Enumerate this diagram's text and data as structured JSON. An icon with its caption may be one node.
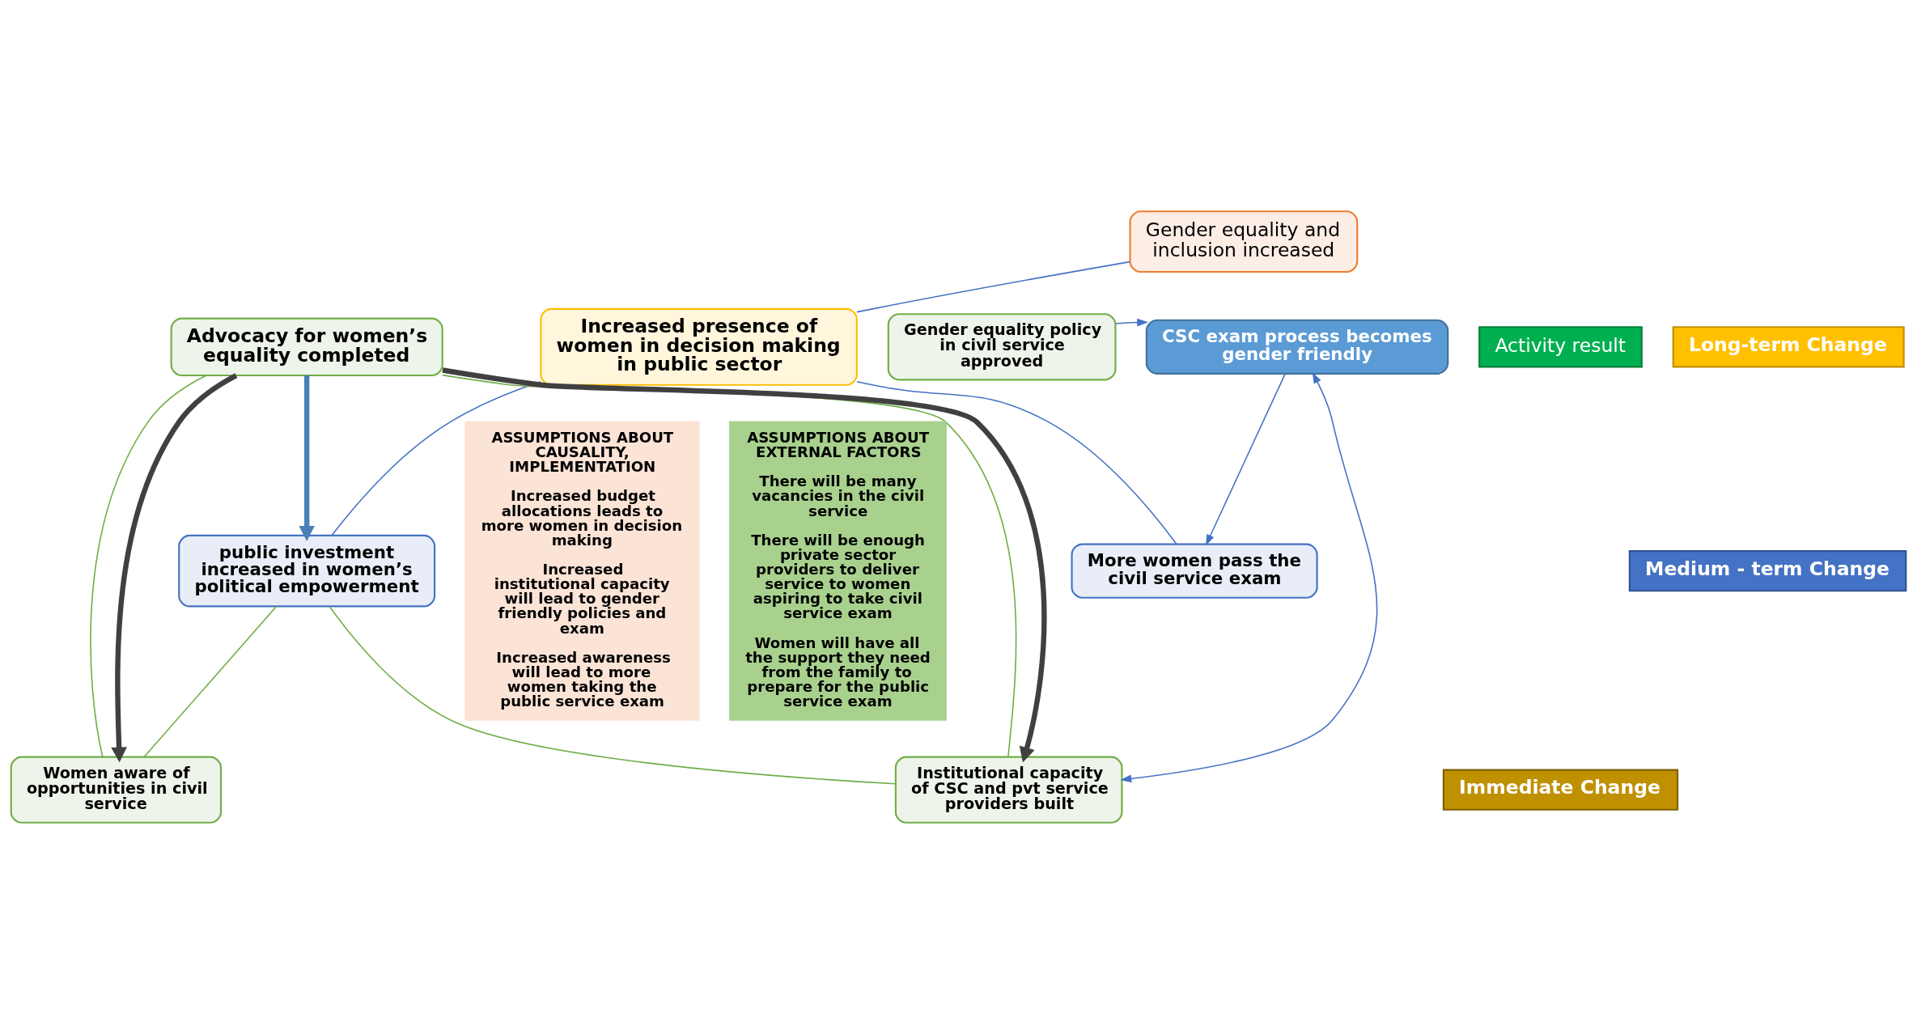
{
  "diagram": {
    "nodes": [
      {
        "text": [
          "Gender equality and inclusion increased"
        ]
      },
      {
        "text": [
          "Increased presence of women in decision making in public sector"
        ]
      },
      {
        "text": [
          "More women pass the civil service exam"
        ]
      },
      {
        "text": [
          "public investment increased in women’s political empowerment"
        ]
      },
      {
        "text": [
          "CSC exam process becomes gender friendly"
        ]
      },
      {
        "text": [
          "Gender equality policy in civil service approved"
        ]
      },
      {
        "text": [
          "Women aware of opportunities in civil service"
        ]
      },
      {
        "text": [
          "Institutional capacity of CSC and pvt service providers built"
        ]
      },
      {
        "text": [
          "Advocacy for women’s equality completed"
        ]
      },
      {
        "text": [
          "Long-term Change"
        ]
      },
      {
        "text": [
          "Medium - term Change"
        ]
      },
      {
        "text": [
          "Immediate Change"
        ]
      },
      {
        "text": [
          "Activity result"
        ]
      },
      {
        "text": [
          "ASSUMPTIONS ABOUT CAUSALITY, IMPLEMENTATION",
          "Increased budget allocations leads to more women in decision making",
          "Increased institutional capacity will lead to gender friendly policies and exam",
          "Increased awareness will lead to more women taking the public service exam"
        ]
      },
      {
        "text": [
          "ASSUMPTIONS ABOUT EXTERNAL FACTORS",
          "There will be many vacancies in the civil service",
          "There will be enough private sector providers to deliver service to women aspiring to take civil service exam",
          "Women will have all the support they need from the family to prepare for the public service exam"
        ]
      }
    ],
    "edges": [
      {
        "from": 1,
        "to": 0,
        "arrow": "none"
      },
      {
        "from": 1,
        "to": 2,
        "arrow": "none"
      },
      {
        "from": 1,
        "to": 3,
        "arrow": "none"
      },
      {
        "from": 4,
        "to": 2,
        "arrow": "to"
      },
      {
        "from": 5,
        "to": 4,
        "arrow": "to"
      },
      {
        "from": 4,
        "to": 7,
        "arrow": "both"
      },
      {
        "from": 3,
        "to": 6,
        "arrow": "none",
        "color": "#70ad47"
      },
      {
        "from": 3,
        "to": 7,
        "arrow": "none",
        "color": "#70ad47"
      },
      {
        "from": 8,
        "to": 6,
        "arrow": "none",
        "color": "#70ad47"
      },
      {
        "from": 8,
        "to": 7,
        "arrow": "none",
        "color": "#70ad47"
      },
      {
        "from": 8,
        "to": 6,
        "arrow": "to",
        "style": "thick",
        "color": "#404040"
      },
      {
        "from": 8,
        "to": 7,
        "arrow": "to",
        "style": "thick",
        "color": "#404040"
      },
      {
        "from": 8,
        "to": 3,
        "arrow": "to",
        "style": "thick",
        "color": "#4a7fb5"
      }
    ]
  }
}
